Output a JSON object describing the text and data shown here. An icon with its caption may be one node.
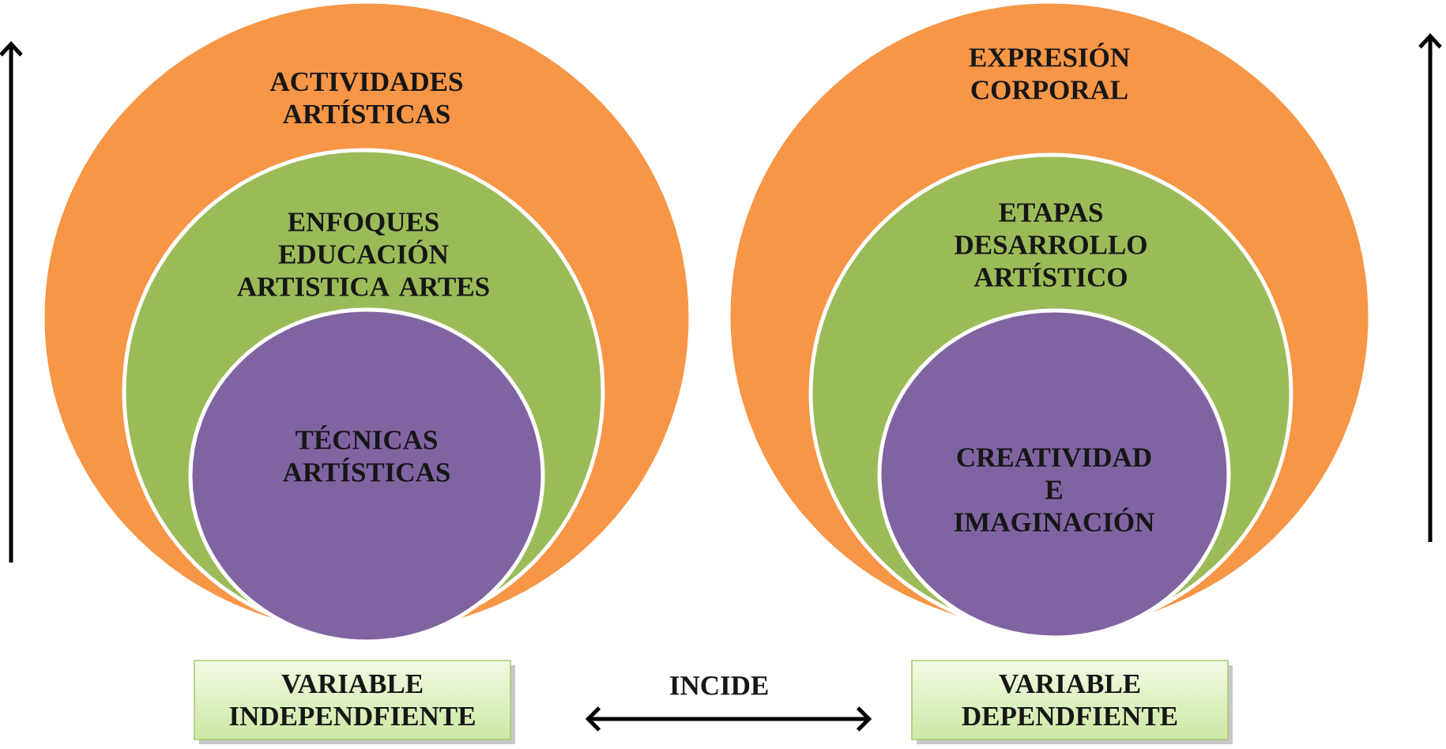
{
  "diagram": {
    "nodes": [
      {
        "text": [
          "ACTIVIDADES ARTÍSTICAS"
        ]
      },
      {
        "text": [
          "ENFOQUES EDUCACIÓN ARTISTICA ARTES"
        ],
        "in": 0
      },
      {
        "text": [
          "TÉCNICAS ARTÍSTICAS"
        ],
        "in": 1
      },
      {
        "text": [
          "EXPRESIÓN CORPORAL"
        ]
      },
      {
        "text": [
          "ETAPAS DESARROLLO ARTÍSTICO"
        ],
        "in": 3
      },
      {
        "text": [
          "CREATIVIDAD E IMAGINACIÓN"
        ],
        "in": 4
      },
      {
        "text": [
          "VARIABLE INDEPENDFIENTE"
        ]
      },
      {
        "text": [
          "VARIABLE DEPENDFIENTE"
        ]
      }
    ],
    "edges": [
      {
        "from": 6,
        "to": 7,
        "arrow": "both",
        "label": "INCIDE"
      }
    ]
  }
}
